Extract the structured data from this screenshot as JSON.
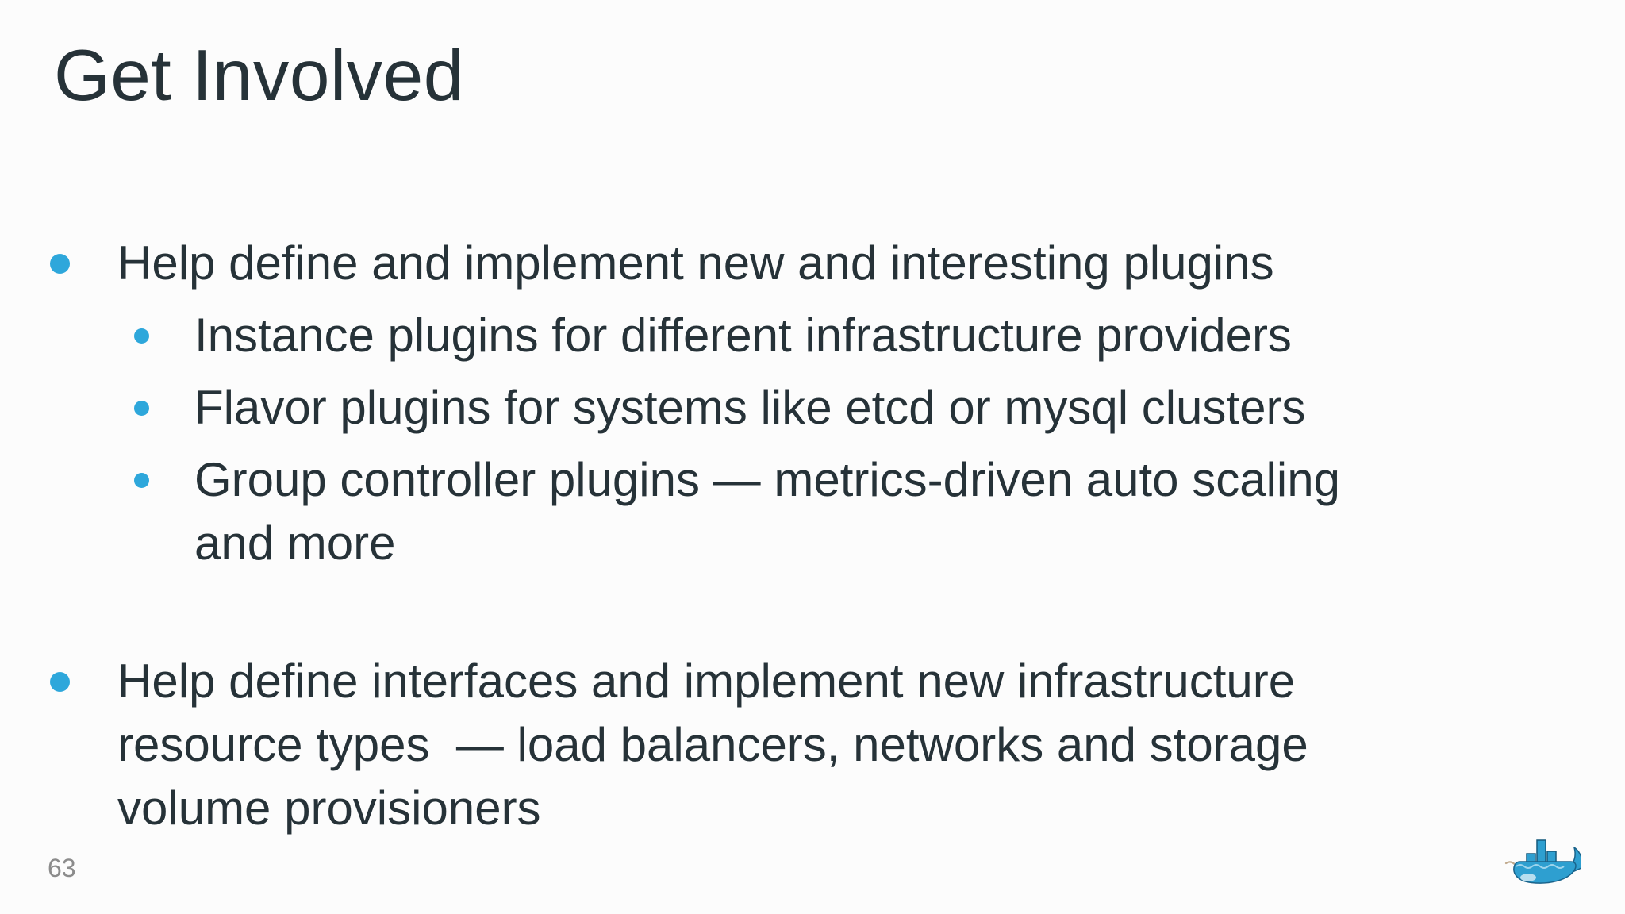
{
  "slide": {
    "title": "Get Involved",
    "page_number": "63",
    "accent_color": "#2EA7DB",
    "text_color": "#263238",
    "bullets": [
      {
        "level": 1,
        "lines": [
          "Help define and implement new and interesting plugins"
        ]
      },
      {
        "level": 2,
        "lines": [
          "Instance plugins for different infrastructure providers"
        ]
      },
      {
        "level": 2,
        "lines": [
          "Flavor plugins for systems like etcd or mysql clusters"
        ]
      },
      {
        "level": 2,
        "lines": [
          "Group controller plugins — metrics-driven auto scaling",
          "and more"
        ]
      },
      {
        "level": 1,
        "lines": [
          "Help define interfaces and implement new infrastructure",
          "resource types  — load balancers, networks and storage",
          "volume provisioners"
        ]
      }
    ],
    "logo_name": "docker-whale-logo"
  }
}
